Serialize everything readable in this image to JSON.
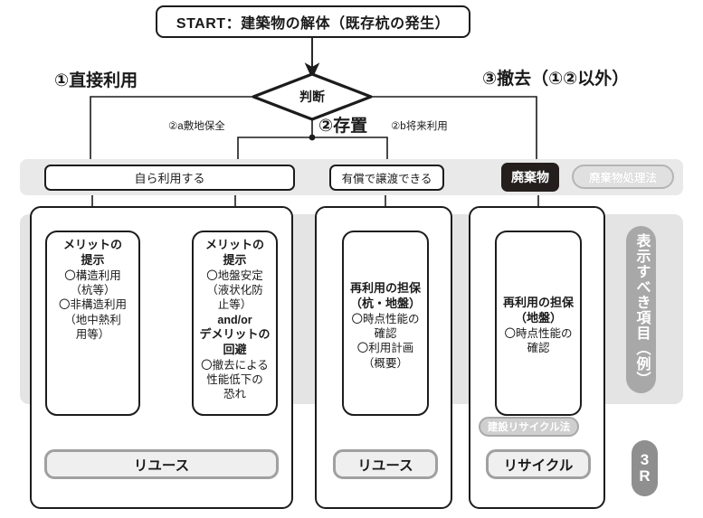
{
  "diagram": {
    "title_box": {
      "label": "START：建築物の解体（既存杭の発生）"
    },
    "decision": {
      "label": "判断"
    },
    "branches": {
      "direct": "①直接利用",
      "store": "②存置",
      "remove": "③撤去（①②以外）",
      "sub_shikichi": "②a敷地保全",
      "sub_shorai": "②b将来利用"
    },
    "band_boxes": {
      "self_use": "自ら利用する",
      "paid_transfer": "有償で譲渡できる",
      "waste": "廃棄物",
      "waste_law_pill": "廃棄物処理法"
    },
    "cards": [
      {
        "id": "merit-structural",
        "lines": [
          {
            "text": "メリットの",
            "style": "hd"
          },
          {
            "text": "提示",
            "style": "hd"
          },
          {
            "text": "〇構造利用",
            "style": "ln"
          },
          {
            "text": "（杭等）",
            "style": "ln"
          },
          {
            "text": "〇非構造利用",
            "style": "ln"
          },
          {
            "text": "（地中熱利",
            "style": "ln"
          },
          {
            "text": "用等）",
            "style": "ln"
          }
        ]
      },
      {
        "id": "merit-ground",
        "lines": [
          {
            "text": "メリットの",
            "style": "hd"
          },
          {
            "text": "提示",
            "style": "hd"
          },
          {
            "text": "〇地盤安定",
            "style": "ln"
          },
          {
            "text": "（液状化防",
            "style": "ln"
          },
          {
            "text": "止等）",
            "style": "ln"
          },
          {
            "text": "and/or",
            "style": "ln mid"
          },
          {
            "text": "デメリットの",
            "style": "hd"
          },
          {
            "text": "回避",
            "style": "hd"
          },
          {
            "text": "〇撤去による",
            "style": "ln"
          },
          {
            "text": "性能低下の",
            "style": "ln"
          },
          {
            "text": "恐れ",
            "style": "ln"
          }
        ]
      },
      {
        "id": "reuse-guarantee-pile-ground",
        "lines": [
          {
            "text": "再利用の担保",
            "style": "hd"
          },
          {
            "text": "（杭・地盤）",
            "style": "hd"
          },
          {
            "text": "〇時点性能の",
            "style": "ln"
          },
          {
            "text": "確認",
            "style": "ln"
          },
          {
            "text": "〇利用計画",
            "style": "ln"
          },
          {
            "text": "（概要）",
            "style": "ln"
          }
        ]
      },
      {
        "id": "reuse-guarantee-ground",
        "lines": [
          {
            "text": "再利用の担保",
            "style": "hd"
          },
          {
            "text": "（地盤）",
            "style": "hd"
          },
          {
            "text": "〇時点性能の",
            "style": "ln"
          },
          {
            "text": "確認",
            "style": "ln"
          }
        ]
      }
    ],
    "results": {
      "reuse_a": "リユース",
      "reuse_b": "リユース",
      "recycle_c": "リサイクル",
      "recycle_law_pill": "建設リサイクル法"
    },
    "right_labels": {
      "items_to_display": "表示すべき項目（例）",
      "three_r_line1": "3",
      "three_r_line2": "R"
    }
  },
  "colors": {
    "ink": "#1c1c1c",
    "band_gray": "#e9e9e9",
    "panel_gray": "#e4e4e4",
    "pill_gray": "#a8a8a8",
    "waste_black": "#241f1d",
    "result_border": "#a0a0a0",
    "result_fill": "#efefef"
  }
}
